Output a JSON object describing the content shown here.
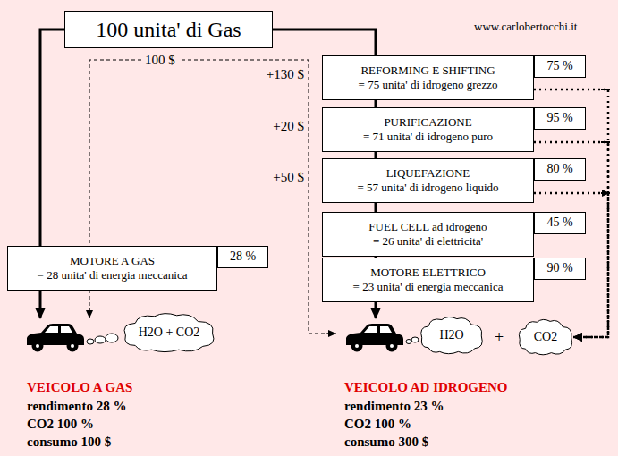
{
  "diagram": {
    "nodes": [
      {
        "text": [
          "100 unita' di Gas"
        ]
      },
      {
        "text": [
          "MOTORE A GAS",
          "= 28 unita' di energia meccanica"
        ]
      },
      {
        "text": [
          "28 %"
        ]
      },
      {
        "text": [
          "REFORMING E SHIFTING",
          "= 75 unita' di idrogeno grezzo"
        ]
      },
      {
        "text": [
          "75 %"
        ]
      },
      {
        "text": [
          "PURIFICAZIONE",
          "= 71 unita' di idrogeno puro"
        ]
      },
      {
        "text": [
          "95 %"
        ]
      },
      {
        "text": [
          "LIQUEFAZIONE",
          "= 57 unita' di idrogeno liquido"
        ]
      },
      {
        "text": [
          "80 %"
        ]
      },
      {
        "text": [
          "FUEL CELL ad idrogeno",
          "= 26 unita' di elettricita'"
        ]
      },
      {
        "text": [
          "45 %"
        ]
      },
      {
        "text": [
          "MOTORE ELETTRICO",
          "= 23 unita' di energia meccanica"
        ]
      },
      {
        "text": [
          "90 %"
        ]
      },
      {
        "text": [
          "H2O + CO2"
        ]
      },
      {
        "text": [
          "H2O"
        ]
      },
      {
        "text": [
          "CO2"
        ]
      }
    ],
    "edges": [
      {
        "from": 0,
        "to": 1,
        "arrow": "none"
      },
      {
        "from": 0,
        "to": 3,
        "arrow": "none"
      },
      {
        "from": 3,
        "to": 5,
        "arrow": "none"
      },
      {
        "from": 5,
        "to": 7,
        "arrow": "none"
      },
      {
        "from": 7,
        "to": 9,
        "arrow": "none"
      },
      {
        "from": 9,
        "to": 11,
        "arrow": "none"
      },
      {
        "from": 3,
        "to": 15,
        "arrow": "to"
      },
      {
        "from": 5,
        "to": 15,
        "arrow": "to"
      },
      {
        "from": 7,
        "to": 15,
        "arrow": "to"
      }
    ],
    "labels": [
      "www.carlobertocchi.it",
      "100 $",
      "+130 $",
      "+20 $",
      "+50 $",
      "+",
      "VEICOLO A GAS",
      "rendimento 28 %",
      "CO2 100 %",
      "consumo 100 $",
      "VEICOLO AD IDROGENO",
      "rendimento 23 %",
      "CO2 100 %",
      "consumo 300 $"
    ]
  }
}
